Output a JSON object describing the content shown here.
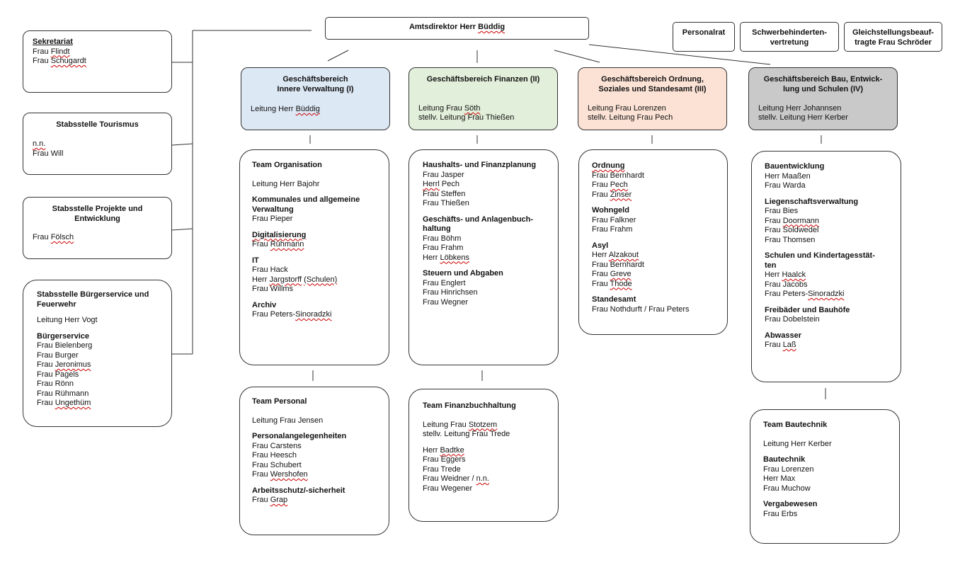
{
  "director": {
    "prefix": "Amtsdirektor Herr ",
    "name": "Büddig"
  },
  "top_right": {
    "personalrat": "Personalrat",
    "schwerbeh_1": "Schwerbehinderten-",
    "schwerbeh_2": "vertretung",
    "gleich_1": "Gleichstellungsbeauf-",
    "gleich_2": "tragte Frau Schröder"
  },
  "staff": {
    "sekretariat": {
      "title": "Sekretariat",
      "l1": "Frau ",
      "n1": "Flindt",
      "l2": "Frau ",
      "n2": "Schugardt"
    },
    "tourismus": {
      "title": "Stabsstelle Tourismus",
      "l1": "n.n.",
      "l2": "Frau Will"
    },
    "projekte": {
      "title_1": "Stabsstelle Projekte und",
      "title_2": "Entwicklung",
      "l1": "Frau ",
      "n1": "Fölsch"
    },
    "buergerservice": {
      "title_1": "Stabsstelle Bürgerservice und",
      "title_2": "Feuerwehr",
      "leitung": "Leitung Herr Vogt",
      "sub": "Bürgerservice",
      "p1": "Frau Bielenberg",
      "p2": "Frau Burger",
      "p3a": "Frau ",
      "p3b": "Jeronimus",
      "p4": "Frau Pagels",
      "p5": "Frau Rönn",
      "p6": "Frau Rühmann",
      "p7a": "Frau ",
      "p7b": "Ungethüm"
    }
  },
  "departments": {
    "d1": {
      "title_1": "Geschäftsbereich",
      "title_2": "Innere Verwaltung (I)",
      "lead_a": "Leitung Herr ",
      "lead_b": "Büddig"
    },
    "d2": {
      "title_1": "Geschäftsbereich Finanzen (II)",
      "lead_a": "Leitung Frau ",
      "lead_b": "Söth",
      "deputy": "stellv. Leitung Frau Thießen"
    },
    "d3": {
      "title_1": "Geschäftsbereich Ordnung,",
      "title_2": "Soziales und Standesamt (III)",
      "lead": "Leitung Frau Lorenzen",
      "deputy": "stellv. Leitung Frau Pech"
    },
    "d4": {
      "title_1": "Geschäftsbereich Bau, Entwick-",
      "title_2": "lung und Schulen (IV)",
      "lead": "Leitung Herr Johannsen",
      "deputy": "stellv. Leitung Herr Kerber"
    }
  },
  "team_org": {
    "title": "Team Organisation",
    "leitung": "Leitung Herr Bajohr",
    "s1_1": "Kommunales und allgemeine",
    "s1_2": "Verwaltung",
    "s1_p1": "Frau Pieper",
    "s2": "Digitalisierung",
    "s2_p1a": "Frau ",
    "s2_p1b": "Rühmann",
    "s3": "IT",
    "s3_p1": "Frau Hack",
    "s3_p2a": "Herr ",
    "s3_p2b": "Jargstorff",
    "s3_p2c": " ",
    "s3_p2d": "(Schulen)",
    "s3_p3": "Frau Willms",
    "s4": "Archiv",
    "s4_p1a": "Frau Peters-",
    "s4_p1b": "Sinoradzki"
  },
  "team_personal": {
    "title": "Team Personal",
    "leitung": "Leitung Frau Jensen",
    "s1": "Personalangelegenheiten",
    "p1": "Frau Carstens",
    "p2": "Frau Heesch",
    "p3": "Frau Schubert",
    "p4a": "Frau ",
    "p4b": "Wershofen",
    "s2": "Arbeitsschutz/-sicherheit",
    "p5a": "Frau ",
    "p5b": "Grap"
  },
  "team_fin": {
    "s1": "Haushalts- und Finanzplanung",
    "s1_p1": "Frau Jasper",
    "s1_p2a": "Herrl",
    "s1_p2b": " Pech",
    "s1_p3": "Frau Steffen",
    "s1_p4": "Frau Thießen",
    "s2_1": "Geschäfts- und Anlagenbuch-",
    "s2_2": "haltung",
    "s2_p1": "Frau Böhm",
    "s2_p2": "Frau Frahm",
    "s2_p3a": "Herr ",
    "s2_p3b": "Löbkens",
    "s3": "Steuern und Abgaben",
    "s3_p1": "Frau Englert",
    "s3_p2": "Frau Hinrichsen",
    "s3_p3": "Frau Wegner"
  },
  "team_fibu": {
    "title": "Team Finanzbuchhaltung",
    "lead_a": "Leitung Frau ",
    "lead_b": "Stotzem",
    "deputy": "stellv. Leitung Frau Trede",
    "p1a": "Herr ",
    "p1b": "Badtke",
    "p2": "Frau Eggers",
    "p3": "Frau Trede",
    "p4a": "Frau Weidner / ",
    "p4b": "n.n.",
    "p5": "Frau Wegener"
  },
  "team_ord": {
    "s1": "Ordnung",
    "s1_p1": "Frau Bernhardt",
    "s1_p2a": "Frau ",
    "s1_p2b": "Pech",
    "s1_p3a": "Frau ",
    "s1_p3b": "Zinser",
    "s2": "Wohngeld",
    "s2_p1": "Frau Falkner",
    "s2_p2": "Frau Frahm",
    "s3": "Asyl",
    "s3_p1a": "Herr ",
    "s3_p1b": "Alzakout",
    "s3_p2": "Frau Bernhardt",
    "s3_p3a": "Frau ",
    "s3_p3b": "Greve",
    "s3_p4a": "Frau ",
    "s3_p4b": "Thode",
    "s4": "Standesamt",
    "s4_p1": "Frau Nothdurft / Frau Peters"
  },
  "team_bau": {
    "s1": "Bauentwicklung",
    "s1_p1": "Herr Maaßen",
    "s1_p2": "Frau Warda",
    "s2": "Liegenschaftsverwaltung",
    "s2_p1": "Frau Bies",
    "s2_p2a": "Frau ",
    "s2_p2b": "Doormann",
    "s2_p3": "Frau Soldwedel",
    "s2_p4": "Frau Thomsen",
    "s3_1": "Schulen und Kindertagesstät-",
    "s3_2": "ten",
    "s3_p1a": "Herr ",
    "s3_p1b": "Haalck",
    "s3_p2": "Frau Jacobs",
    "s3_p3a": "Frau Peters-",
    "s3_p3b": "Sinoradzki",
    "s4": "Freibäder und Bauhöfe",
    "s4_p1": "Frau Dobelstein",
    "s5": "Abwasser",
    "s5_p1a": "Frau ",
    "s5_p1b": "Laß"
  },
  "team_bautechnik": {
    "title": "Team Bautechnik",
    "leitung": "Leitung Herr Kerber",
    "s1": "Bautechnik",
    "p1": "Frau Lorenzen",
    "p2": "Herr Max",
    "p3": "Frau Muchow",
    "s2": "Vergabewesen",
    "p4": "Frau Erbs"
  },
  "colors": {
    "d1": "#dde8f5",
    "d2": "#e2efda",
    "d3": "#fbe2d5",
    "d4": "#c9c9c9"
  }
}
